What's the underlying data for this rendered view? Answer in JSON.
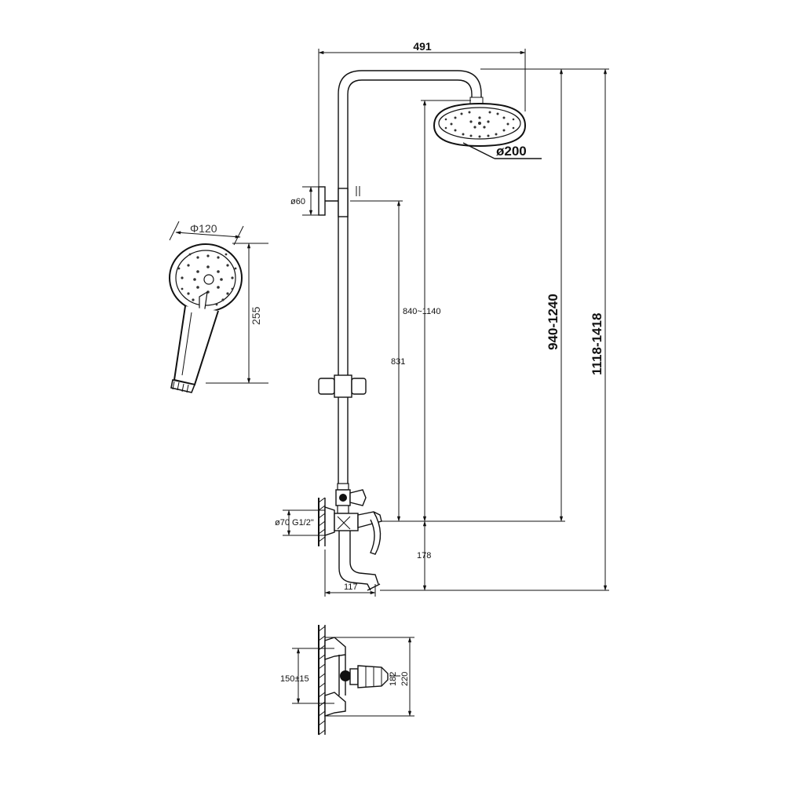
{
  "dimensions": {
    "overall_width": "491",
    "head_diameter": "ø200",
    "bracket_diameter": "ø60",
    "hand_diameter": "Φ120",
    "hand_length": "255",
    "adjust_range": "840~1140",
    "rail_height": "831",
    "head_height": "940-1240",
    "total_height": "1118-1418",
    "mixer_flange": "ø70 G1/2\"",
    "spout_height": "178",
    "spout_reach": "117",
    "inlet_centers": "150±15",
    "body_height": "182",
    "overall_body": "220"
  }
}
